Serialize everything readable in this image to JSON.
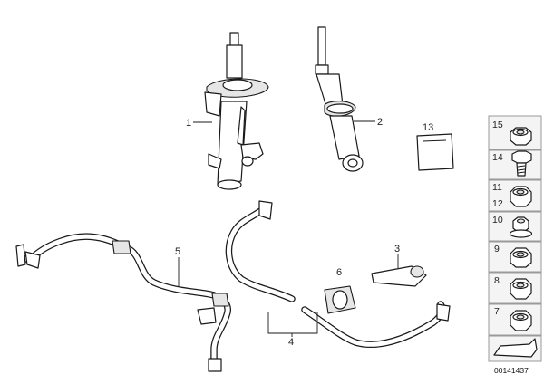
{
  "callouts": {
    "c1": "1",
    "c2": "2",
    "c3": "3",
    "c4": "4",
    "c5": "5",
    "c6": "6",
    "c13": "13"
  },
  "side_panel": {
    "n15": "15",
    "n14": "14",
    "n11": "11",
    "n12": "12",
    "n10": "10",
    "n9": "9",
    "n8": "8",
    "n7": "7"
  },
  "document_id": "00141437"
}
